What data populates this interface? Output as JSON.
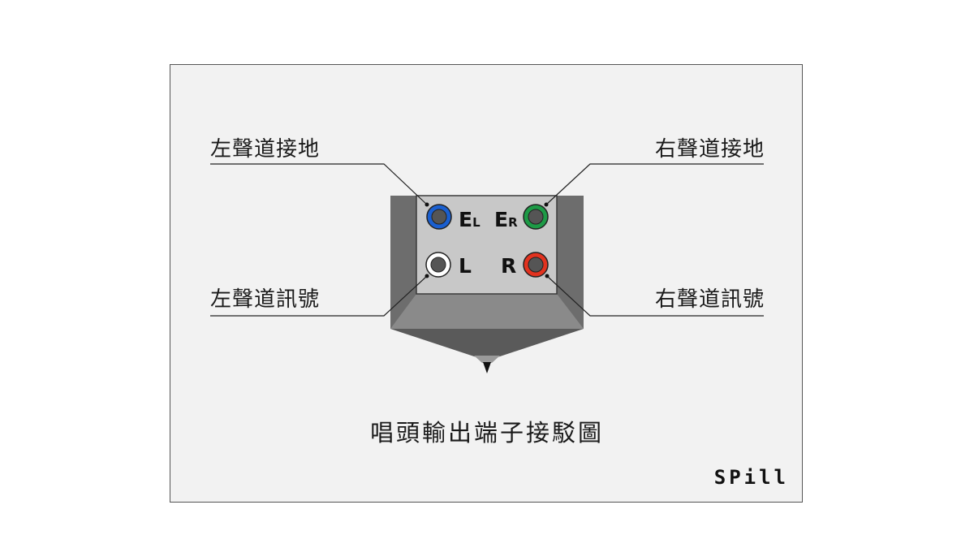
{
  "labels": {
    "top_left": "左聲道接地",
    "top_right": "右聲道接地",
    "bottom_left": "左聲道訊號",
    "bottom_right": "右聲道訊號"
  },
  "pins": {
    "left_ground": {
      "letter": "E",
      "sub": "L",
      "color": "#1a5fd0"
    },
    "right_ground": {
      "letter": "E",
      "sub": "R",
      "color": "#1d9a46"
    },
    "left_signal": {
      "letter": "L",
      "color": "#ffffff"
    },
    "right_signal": {
      "letter": "R",
      "color": "#e2321f"
    }
  },
  "caption": "唱頭輸出端子接駁圖",
  "brand": "SPill"
}
